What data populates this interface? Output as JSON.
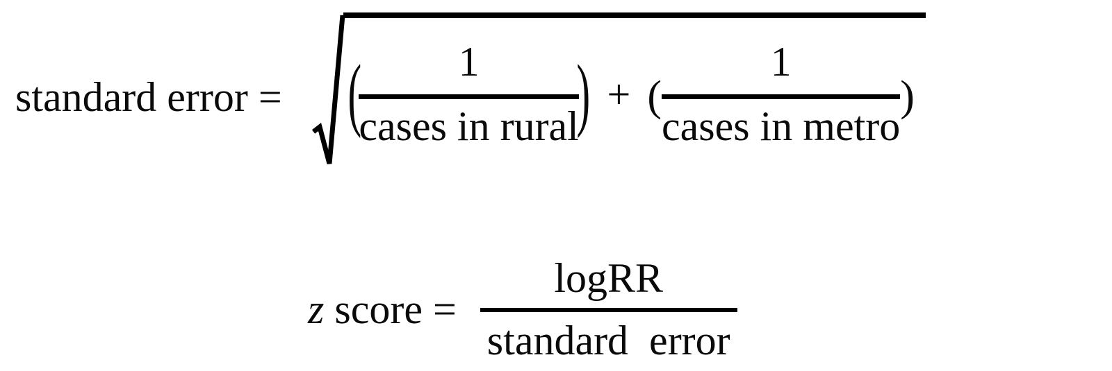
{
  "page": {
    "background": "#ffffff",
    "ink": "#0a0a0a"
  },
  "equations": {
    "standard_error": {
      "lhs": "standard error =",
      "term1": {
        "open_paren": "(",
        "numerator": "1",
        "denominator": "cases in rural",
        "close_paren": ")"
      },
      "operator": "+",
      "term2": {
        "open_paren": "(",
        "numerator": "1",
        "denominator": "cases in metro",
        "close_paren": ")"
      }
    },
    "z_score": {
      "lhs_variable": "z",
      "lhs_rest": " score =",
      "numerator": "logRR",
      "denominator": "standard  error"
    }
  }
}
